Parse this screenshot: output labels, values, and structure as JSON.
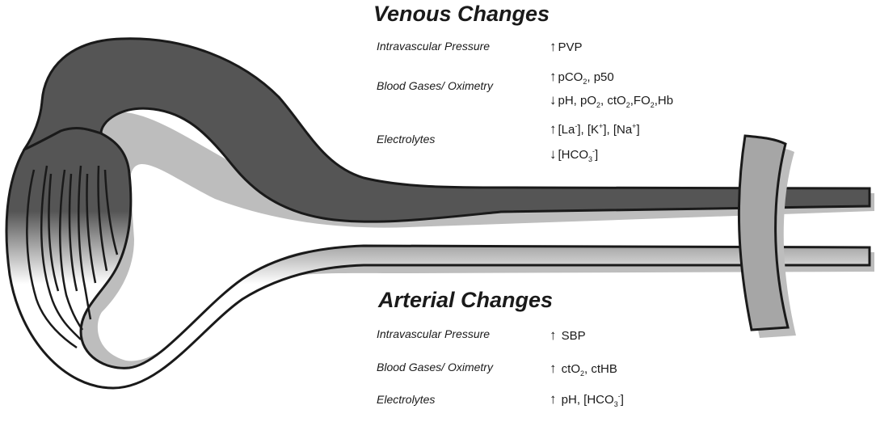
{
  "venous": {
    "title": "Venous Changes",
    "rows": [
      {
        "label": "Intravascular Pressure",
        "lines": [
          {
            "arrow": "↑",
            "html": "PVP"
          }
        ]
      },
      {
        "label": "Blood Gases/ Oximetry",
        "lines": [
          {
            "arrow": "↑",
            "html": "pCO<sub>2</sub>, p50"
          },
          {
            "arrow": "↓",
            "html": "pH, pO<sub>2</sub>, ctO<sub>2</sub>,FO<sub>2</sub>,Hb"
          }
        ]
      },
      {
        "label": "Electrolytes",
        "lines": [
          {
            "arrow": "↑",
            "html": "[La<sup>-</sup>], [K<sup>+</sup>], [Na<sup>+</sup>]"
          },
          {
            "arrow": "↓",
            "html": "[HCO<sub>3</sub><sup>-</sup>]"
          }
        ]
      }
    ]
  },
  "arterial": {
    "title": "Arterial Changes",
    "rows": [
      {
        "label": "Intravascular Pressure",
        "lines": [
          {
            "arrow": "↑",
            "html": "SBP"
          }
        ]
      },
      {
        "label": "Blood Gases/ Oximetry",
        "lines": [
          {
            "arrow": "↑",
            "html": "ctO<sub>2</sub>, ctHB"
          }
        ]
      },
      {
        "label": "Electrolytes",
        "lines": [
          {
            "arrow": "↑",
            "html": "pH, [HCO<sub>3</sub><sup>-</sup>]"
          }
        ]
      }
    ]
  },
  "colors": {
    "vein": "#555555",
    "artery": "#ffffff",
    "tourniquet": "#a6a6a6",
    "shadow": "#bdbdbd",
    "outline": "#1a1a1a"
  }
}
